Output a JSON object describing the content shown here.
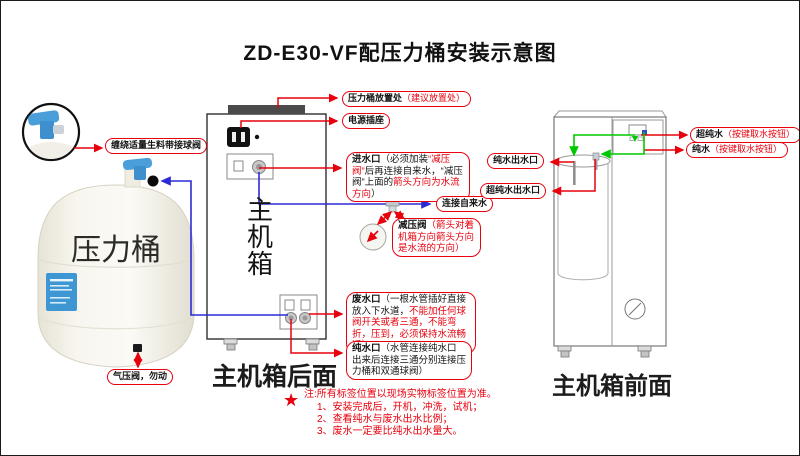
{
  "title": "ZD-E30-VF配压力桶安装示意图",
  "tank": {
    "name": "压力桶"
  },
  "rear_unit": {
    "caption": "主机箱后面",
    "vertical_label": "主机箱"
  },
  "front_unit": {
    "caption": "主机箱前面"
  },
  "callouts": {
    "wrap_tape": {
      "segments": [
        {
          "t": "缠绕适量生料带接球阀",
          "b": 1
        }
      ]
    },
    "tank_place": {
      "segments": [
        {
          "t": "压力桶放置处",
          "b": 1
        },
        {
          "t": "（建议放置处）",
          "c": "r"
        }
      ]
    },
    "power_socket": {
      "segments": [
        {
          "t": "电源插座",
          "b": 1
        }
      ]
    },
    "water_inlet": {
      "segments": [
        {
          "t": "进水口",
          "b": 1
        },
        {
          "t": "（必须加装"
        },
        {
          "t": "“减压阀”",
          "c": "r"
        },
        {
          "t": "后再连接自来水，“减压阀”上面的"
        },
        {
          "t": "箭头方向为水流方向",
          "c": "r"
        },
        {
          "t": "）"
        }
      ]
    },
    "tap_water": {
      "segments": [
        {
          "t": "连接自来水",
          "b": 1
        }
      ]
    },
    "relief_valve": {
      "segments": [
        {
          "t": "减压阀",
          "b": 1
        },
        {
          "t": "（箭头对着机箱方向箭头方向是水流的方向）",
          "c": "r"
        }
      ]
    },
    "waste_port": {
      "segments": [
        {
          "t": "废水口",
          "b": 1
        },
        {
          "t": "（一根水管插好直接放入下水道，"
        },
        {
          "t": "不能加任何球阀开关或者三通，不能弯折，压到，必须保持水流畅通）",
          "c": "r"
        }
      ]
    },
    "pure_port": {
      "segments": [
        {
          "t": "纯水口",
          "b": 1
        },
        {
          "t": "（水管连接纯水口出来后连接三通分别连接压力桶和双通球阀）"
        }
      ]
    },
    "ultrapure_button": {
      "segments": [
        {
          "t": "超纯水",
          "b": 1
        },
        {
          "t": "（按键取水按钮）",
          "c": "r"
        }
      ]
    },
    "pure_button": {
      "segments": [
        {
          "t": "纯水",
          "b": 1
        },
        {
          "t": "（按键取水按钮）",
          "c": "r"
        }
      ]
    },
    "pure_water_outlet": {
      "segments": [
        {
          "t": "纯水出水口",
          "b": 1
        }
      ]
    },
    "ultrapure_water_outlet": {
      "segments": [
        {
          "t": "超纯水出水口",
          "b": 1
        }
      ]
    },
    "air_valve": {
      "segments": [
        {
          "t": "气压阀，勿动",
          "b": 1
        }
      ]
    }
  },
  "notes": {
    "star": "★",
    "heading": "注:所有标签位置以现场实物标签位置为准。",
    "items": [
      "1、安装完成后，开机，冲洗，试机；",
      "2、查看纯水与废水出水比例；",
      "3、废水一定要比纯水出水量大。"
    ]
  },
  "colors": {
    "red": "#e8000d",
    "blue": "#2b2bd5",
    "green": "#00c800"
  }
}
